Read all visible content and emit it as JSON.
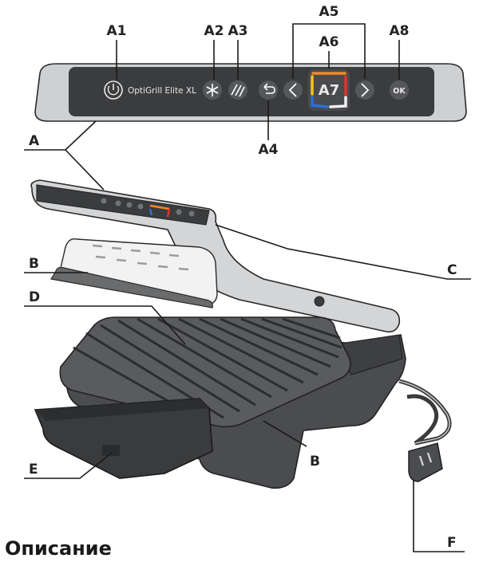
{
  "section_title": "Описание",
  "panel": {
    "brand": "OptiGrill Elite XL",
    "center_button": "A7",
    "ok_button": "OK"
  },
  "callouts": {
    "A": "A",
    "A1": "A1",
    "A2": "A2",
    "A3": "A3",
    "A4": "A4",
    "A5": "A5",
    "A6": "A6",
    "A8": "A8",
    "B_top": "B",
    "B_base": "B",
    "C": "C",
    "D": "D",
    "E": "E",
    "F": "F"
  },
  "colors": {
    "panel_dark": "#3a3b3d",
    "frame_silver": "#c9cacc",
    "body_dark": "#4a4b4d",
    "indicator_orange": "#f08a24",
    "indicator_yellow": "#f5c518",
    "indicator_blue": "#2a6fdb",
    "indicator_red": "#e0342b"
  }
}
